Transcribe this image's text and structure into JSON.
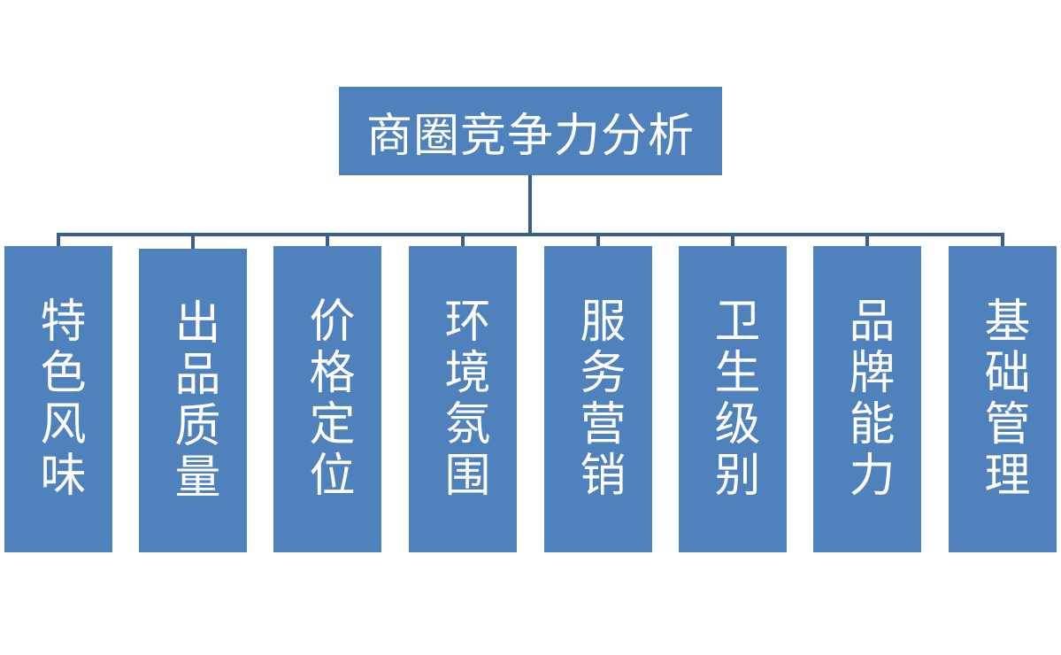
{
  "diagram": {
    "root": {
      "label": "商圈竞争力分析"
    },
    "children": [
      {
        "label": "特色风味"
      },
      {
        "label": "出品质量"
      },
      {
        "label": "价格定位"
      },
      {
        "label": "环境氛围"
      },
      {
        "label": "服务营销"
      },
      {
        "label": "卫生级别"
      },
      {
        "label": "品牌能力"
      },
      {
        "label": "基础管理"
      }
    ]
  },
  "colors": {
    "box_fill": "#4f81bd",
    "connector": "#3a5f8a",
    "text": "#ffffff",
    "background": "#ffffff"
  }
}
